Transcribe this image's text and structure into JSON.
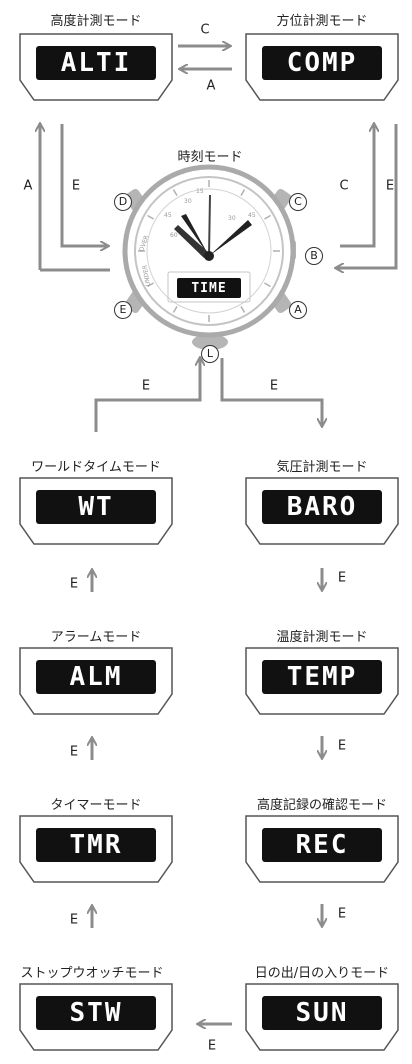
{
  "diagram": {
    "top_labels": {
      "alti_title": "高度計測モード",
      "comp_title": "方位計測モード",
      "time_title": "時刻モード"
    },
    "modes": {
      "alti": "ALTI",
      "comp": "COMP",
      "wt": "WT",
      "baro": "BARO",
      "alm": "ALM",
      "temp": "TEMP",
      "tmr": "TMR",
      "rec": "REC",
      "stw": "STW",
      "sun": "SUN"
    },
    "mode_titles": {
      "wt": "ワールドタイムモード",
      "baro": "気圧計測モード",
      "alm": "アラームモード",
      "temp": "温度計測モード",
      "tmr": "タイマーモード",
      "rec": "高度記録の確認モード",
      "stw": "ストップウオッチモード",
      "sun": "日の出/日の入りモード"
    },
    "button_letters": {
      "c_top": "C",
      "a_top": "A",
      "a_left": "A",
      "e_left": "E",
      "c_right": "C",
      "e_right": "E",
      "e_bottom_left": "E",
      "e_bottom_right": "E",
      "e_1": "E",
      "e_2": "E",
      "e_3": "E",
      "e_4": "E",
      "e_5": "E",
      "e_6": "E",
      "e_bottom": "E"
    },
    "watch": {
      "display": "TIME",
      "btn_a": "A",
      "btn_b": "B",
      "btn_c": "C",
      "btn_d": "D",
      "btn_e": "E",
      "btn_l": "L",
      "bezel_over": "OVER",
      "bezel_under": "UNDER",
      "bezel_nums": [
        "45",
        "30",
        "15",
        "60",
        "30",
        "45"
      ]
    },
    "colors": {
      "arrow": "#8c8c8c",
      "screen": "#111111",
      "card_border": "#555555",
      "watch_case": "#aaaaaa"
    }
  }
}
